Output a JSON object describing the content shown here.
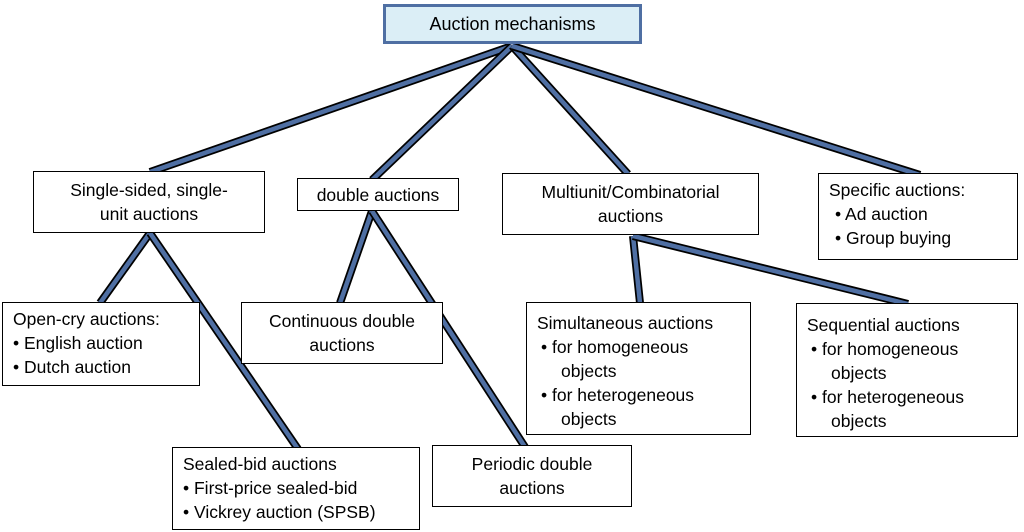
{
  "root": {
    "label": "Auction mechanisms"
  },
  "single_sided": {
    "lines": [
      "Single-sided, single-",
      "unit auctions"
    ]
  },
  "double": {
    "label": "double auctions"
  },
  "multiunit": {
    "lines": [
      "Multiunit/Combinatorial",
      "auctions"
    ]
  },
  "specific": {
    "title": "Specific auctions:",
    "items": [
      "• Ad auction",
      "• Group buying"
    ]
  },
  "open_cry": {
    "title": "Open-cry auctions:",
    "items": [
      "• English auction",
      "• Dutch auction"
    ]
  },
  "continuous_double": {
    "lines": [
      "Continuous double",
      "auctions"
    ]
  },
  "simultaneous": {
    "title": "Simultaneous auctions",
    "items": [
      "•  for homogeneous",
      "objects",
      "•  for heterogeneous",
      "objects"
    ]
  },
  "sequential": {
    "title": "Sequential auctions",
    "items": [
      "•  for homogeneous",
      "objects",
      "•  for heterogeneous",
      "objects"
    ]
  },
  "sealed_bid": {
    "title": "Sealed-bid auctions",
    "items": [
      "• First-price sealed-bid",
      "• Vickrey auction (SPSB)"
    ]
  },
  "periodic_double": {
    "lines": [
      "Periodic double",
      "auctions"
    ]
  },
  "colors": {
    "connector": "#4f6fa3",
    "connector_outline": "#000000",
    "root_fill": "#dbeef6"
  }
}
